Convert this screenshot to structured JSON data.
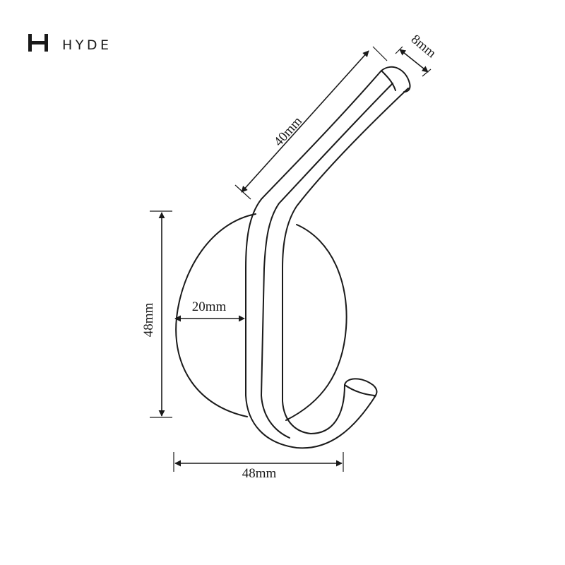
{
  "brand": {
    "name": "HYDE",
    "logo_icon": "hyde-h-logo-icon"
  },
  "dimensions": {
    "arm_length": "40mm",
    "arm_diameter": "8mm",
    "plate_height": "48mm",
    "plate_depth": "20mm",
    "overall_width": "48mm"
  },
  "colors": {
    "ink": "#1a1a1a",
    "background": "#ffffff"
  }
}
